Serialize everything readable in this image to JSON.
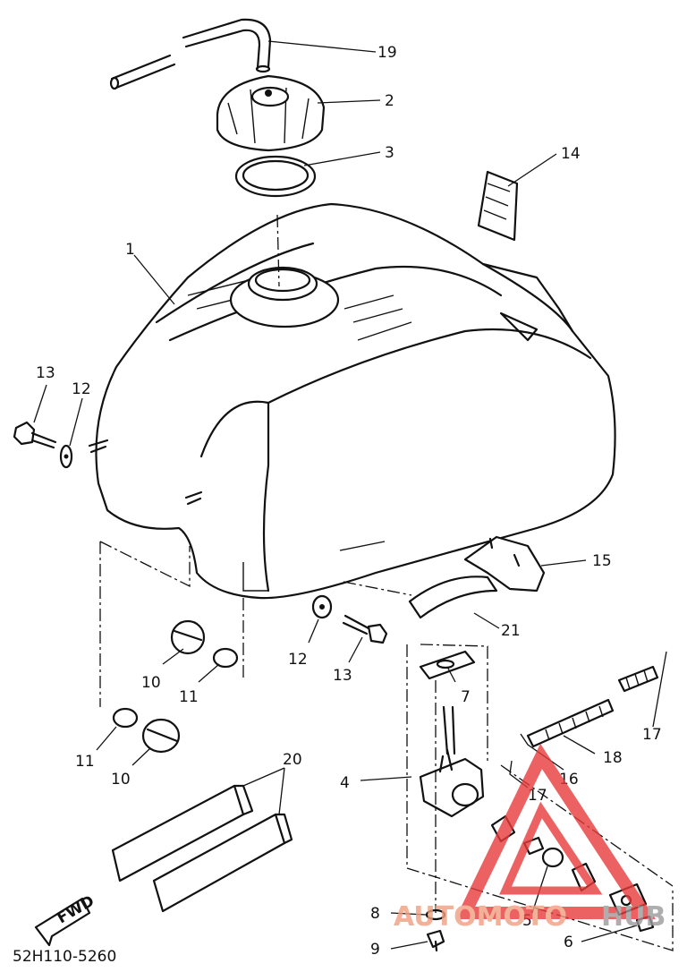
{
  "callouts": [
    {
      "id": "c19",
      "text": "19"
    },
    {
      "id": "c2",
      "text": "2"
    },
    {
      "id": "c3",
      "text": "3"
    },
    {
      "id": "c14",
      "text": "14"
    },
    {
      "id": "c1",
      "text": "1"
    },
    {
      "id": "c13a",
      "text": "13"
    },
    {
      "id": "c12a",
      "text": "12"
    },
    {
      "id": "c15",
      "text": "15"
    },
    {
      "id": "c21",
      "text": "21"
    },
    {
      "id": "c12b",
      "text": "12"
    },
    {
      "id": "c13b",
      "text": "13"
    },
    {
      "id": "c10a",
      "text": "10"
    },
    {
      "id": "c11a",
      "text": "11"
    },
    {
      "id": "c7",
      "text": "7"
    },
    {
      "id": "c17a",
      "text": "17"
    },
    {
      "id": "c11b",
      "text": "11"
    },
    {
      "id": "c10b",
      "text": "10"
    },
    {
      "id": "c18",
      "text": "18"
    },
    {
      "id": "c16",
      "text": "16"
    },
    {
      "id": "c20",
      "text": "20"
    },
    {
      "id": "c4",
      "text": "4"
    },
    {
      "id": "c17b",
      "text": "17"
    },
    {
      "id": "c8",
      "text": "8"
    },
    {
      "id": "c5",
      "text": "5"
    },
    {
      "id": "c6",
      "text": "6"
    },
    {
      "id": "c9",
      "text": "9"
    }
  ],
  "fwd_label": "FWD",
  "drawing_code": "52H110-5260",
  "watermark": {
    "left": "AUTOMOTO",
    "right": "HUB",
    "color_left": "#f0a080",
    "color_right": "#9a9a9a",
    "triangle_color": "#e83a3a"
  }
}
